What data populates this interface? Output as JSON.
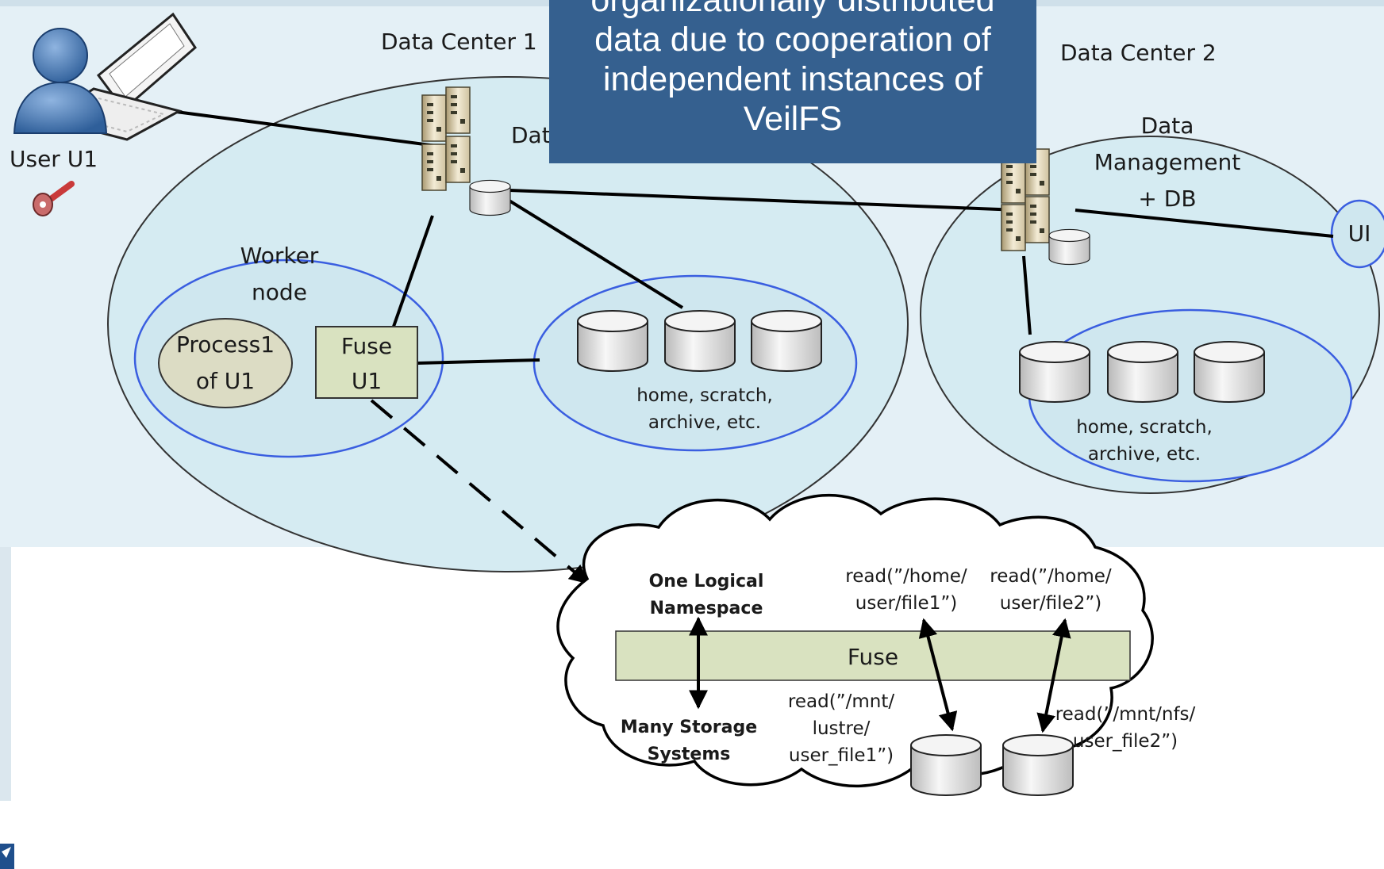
{
  "data_center_1": {
    "title": "Data Center 1",
    "server_label_visible": "Dat",
    "worker_node": {
      "line1": "Worker",
      "line2": "node"
    },
    "process": {
      "line1": "Process1",
      "line2": "of U1"
    },
    "fuse_box": {
      "line1": "Fuse",
      "line2": "U1"
    },
    "storage": {
      "line1": "home, scratch,",
      "line2": "archive, etc."
    }
  },
  "data_center_2": {
    "title": "Data Center 2",
    "management": {
      "line1": "Data",
      "line2": "Management",
      "line3": "+ DB"
    },
    "ui_label": "UI",
    "storage": {
      "line1": "home, scratch,",
      "line2": "archive, etc."
    }
  },
  "user": {
    "label": "User U1"
  },
  "callout": {
    "line1": "organizationally distributed",
    "line2": "data due to cooperation of",
    "line3": "independent instances of",
    "line4": "VeilFS"
  },
  "cloud": {
    "namespace": {
      "line1": "One Logical",
      "line2": "Namespace"
    },
    "storage_systems": {
      "line1": "Many Storage",
      "line2": "Systems"
    },
    "fuse_bar": "Fuse",
    "read_home_file1": {
      "line1": "read(”/home/",
      "line2": "user/file1”)"
    },
    "read_home_file2": {
      "line1": "read(”/home/",
      "line2": "user/file2”)"
    },
    "read_mnt_lustre": {
      "line1": "read(”/mnt/",
      "line2": "lustre/",
      "line3": "user_file1”)"
    },
    "read_mnt_nfs": {
      "line1": "read(”/mnt/nfs/",
      "line2": "user_file2”)"
    }
  },
  "colors": {
    "data_center_fill": "#d5ebf2",
    "node_outline": "#3a5ee0",
    "callout_bg": "#35608f",
    "process_fill": "#dcdcc4",
    "fuse_fill": "#d9e2c0"
  }
}
